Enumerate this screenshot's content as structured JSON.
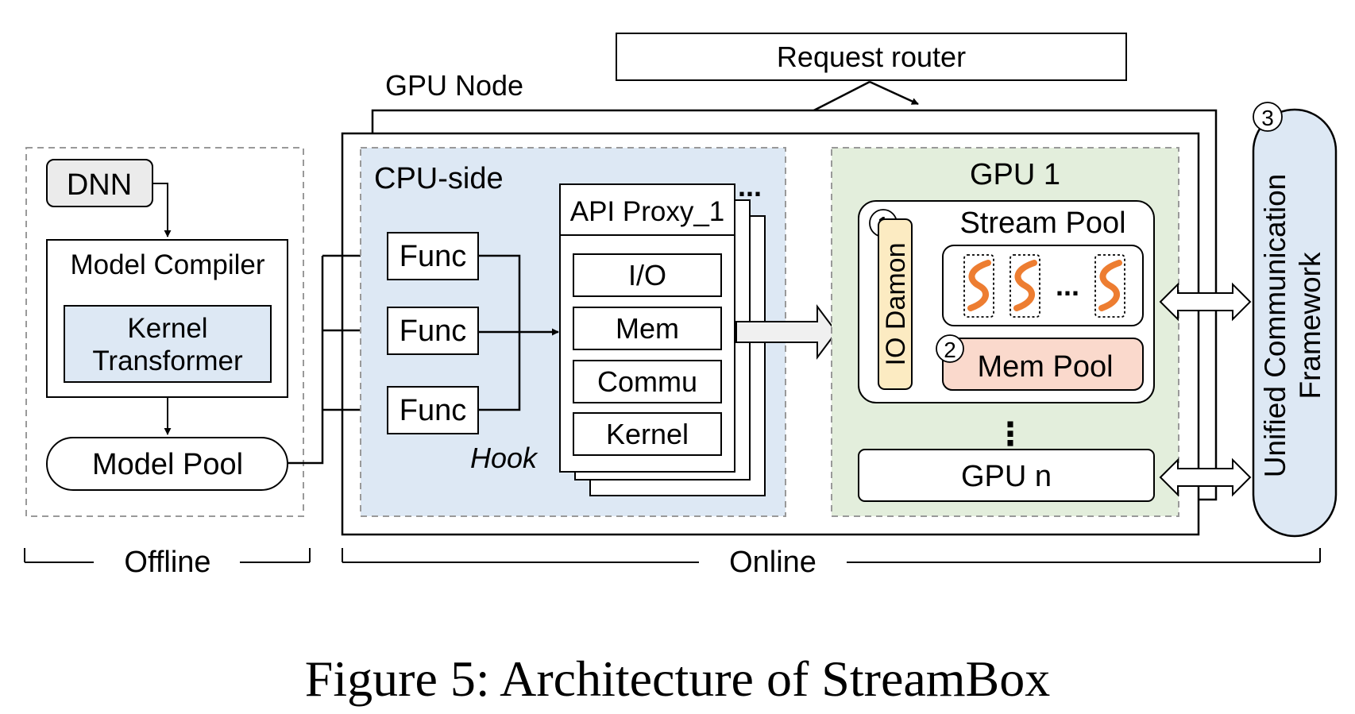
{
  "diagram": {
    "request_router": "Request router",
    "gpu_node": "GPU Node",
    "offline": {
      "dnn": "DNN",
      "model_compiler": "Model Compiler",
      "kernel_transformer_line1": "Kernel",
      "kernel_transformer_line2": "Transformer",
      "model_pool": "Model Pool",
      "section_label": "Offline"
    },
    "cpu_side": {
      "title": "CPU-side",
      "funcs": [
        "Func",
        "Func",
        "Func"
      ],
      "hook": "Hook",
      "api_proxy": "API Proxy_1",
      "api_proxy_more": "...",
      "modules": [
        "I/O",
        "Mem",
        "Commu",
        "Kernel"
      ]
    },
    "gpu1": {
      "title": "GPU 1",
      "marker1": "1",
      "io_damon": "IO Damon",
      "stream_pool": "Stream Pool",
      "stream_ellipsis": "...",
      "marker2": "2",
      "mem_pool": "Mem Pool",
      "vertical_ellipsis": "⋮",
      "gpu_n": "GPU n"
    },
    "ucf": {
      "marker3": "3",
      "line1": "Unified Communication",
      "line2": "Framework"
    },
    "online_label": "Online",
    "caption": "Figure 5: Architecture of StreamBox",
    "colors": {
      "cpu_bg": "#dde8f4",
      "gpu_bg": "#e3eedc",
      "kernel_bg": "#dde8f4",
      "ucf_bg": "#dde8f4",
      "io_damon_bg": "#fcebc2",
      "mem_pool_bg": "#fad9cc",
      "dnn_bg": "#ebebeb",
      "stream_orange": "#ed7d31"
    }
  }
}
